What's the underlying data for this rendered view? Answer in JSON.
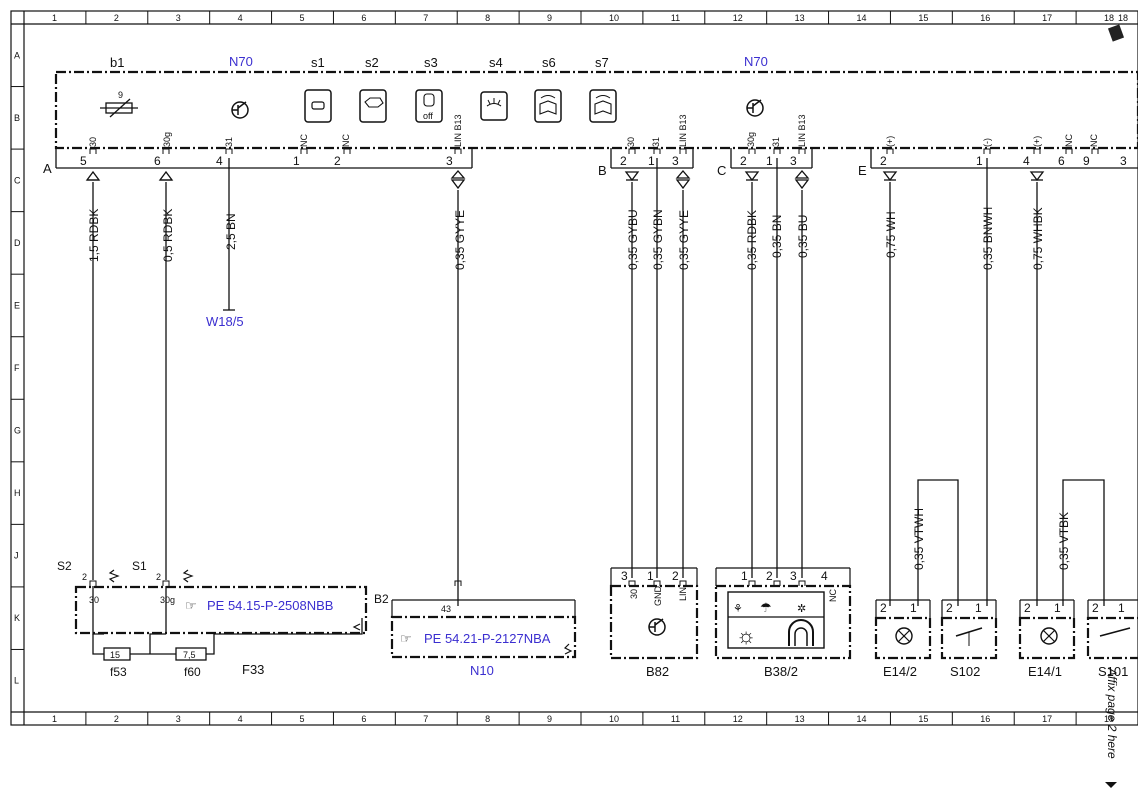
{
  "grid": {
    "cols": [
      "1",
      "2",
      "3",
      "4",
      "5",
      "6",
      "7",
      "8",
      "9",
      "10",
      "11",
      "12",
      "13",
      "14",
      "15",
      "16",
      "17",
      "18"
    ],
    "rows": [
      "A",
      "B",
      "C",
      "D",
      "E",
      "F",
      "G",
      "H",
      "J",
      "K",
      "L"
    ]
  },
  "top_labels": {
    "b1": "b1",
    "n70_left": "N70",
    "s1": "s1",
    "s2": "s2",
    "s3": "s3",
    "s4": "s4",
    "s6": "s6",
    "s7": "s7",
    "n70_right": "N70",
    "s3_off": "off"
  },
  "connectors": {
    "a": "A",
    "b": "B",
    "c": "C",
    "e": "E"
  },
  "pins_top": {
    "p30": "30",
    "p30g": "30g",
    "p31": "31",
    "nc1": "NC",
    "nc2": "NC",
    "lin1": "LIN B13",
    "b30": "30",
    "b31": "31",
    "blin": "LIN B13",
    "c30g": "30g",
    "c31": "31",
    "clin": "LIN B13",
    "eplus1": "(+)",
    "eminus": "(-)",
    "eplus2": "(+)",
    "enc1": "NC",
    "enc2": "NC"
  },
  "pin_numbers": {
    "a5": "5",
    "a6": "6",
    "a4": "4",
    "a1": "1",
    "a2": "2",
    "a3": "3",
    "b2": "2",
    "b1": "1",
    "b3": "3",
    "c2": "2",
    "c1": "1",
    "c3": "3",
    "e2": "2",
    "e1": "1",
    "e4": "4",
    "e6": "6",
    "e9": "9",
    "e3": "3"
  },
  "wires": {
    "w1": "1,5 RDBK",
    "w2": "0,5 RDBK",
    "w3": "2,5 BN",
    "w4": "0,35 GYYE",
    "w5": "0,35 GYBU",
    "w6": "0,35 GYBN",
    "w7": "0,35 GYYE",
    "w8": "0,35 RDBK",
    "w9": "0,35 BN",
    "w10": "0,35 BU",
    "w11": "0,75 WH",
    "w12": "0,35 BNWH",
    "w13": "0,75 WHBK",
    "w14": "0,35 VTWH",
    "w15": "0,35 VTBK"
  },
  "ground": "W18/5",
  "f33": {
    "s2": "S2",
    "s1": "S1",
    "pin30": "30",
    "pin30g": "30g",
    "pin2a": "2",
    "pin2b": "2",
    "ref": "PE 54.15-P-2508NBB",
    "fuse15": "15",
    "fuse75": "7,5",
    "f53": "f53",
    "f60": "f60",
    "name": "F33"
  },
  "n10": {
    "conn": "B2",
    "pin": "43",
    "ref": "PE 54.21-P-2127NBA",
    "name": "N10"
  },
  "b82": {
    "p3": "3",
    "p1": "1",
    "p2": "2",
    "l30": "30",
    "lgnd": "GND",
    "llin": "LIN",
    "name": "B82"
  },
  "b382": {
    "p1": "1",
    "p2": "2",
    "p3": "3",
    "p4": "4",
    "nc": "NC",
    "name": "B38/2"
  },
  "e142": {
    "p2": "2",
    "p1": "1",
    "name": "E14/2"
  },
  "s102": {
    "p2": "2",
    "p1": "1",
    "name": "S102"
  },
  "e141": {
    "p2": "2",
    "p1": "1",
    "name": "E14/1"
  },
  "s101": {
    "p2": "2",
    "p1": "1",
    "name": "S101"
  },
  "side_note": "Affix page 2 here",
  "corner_mark": "18"
}
